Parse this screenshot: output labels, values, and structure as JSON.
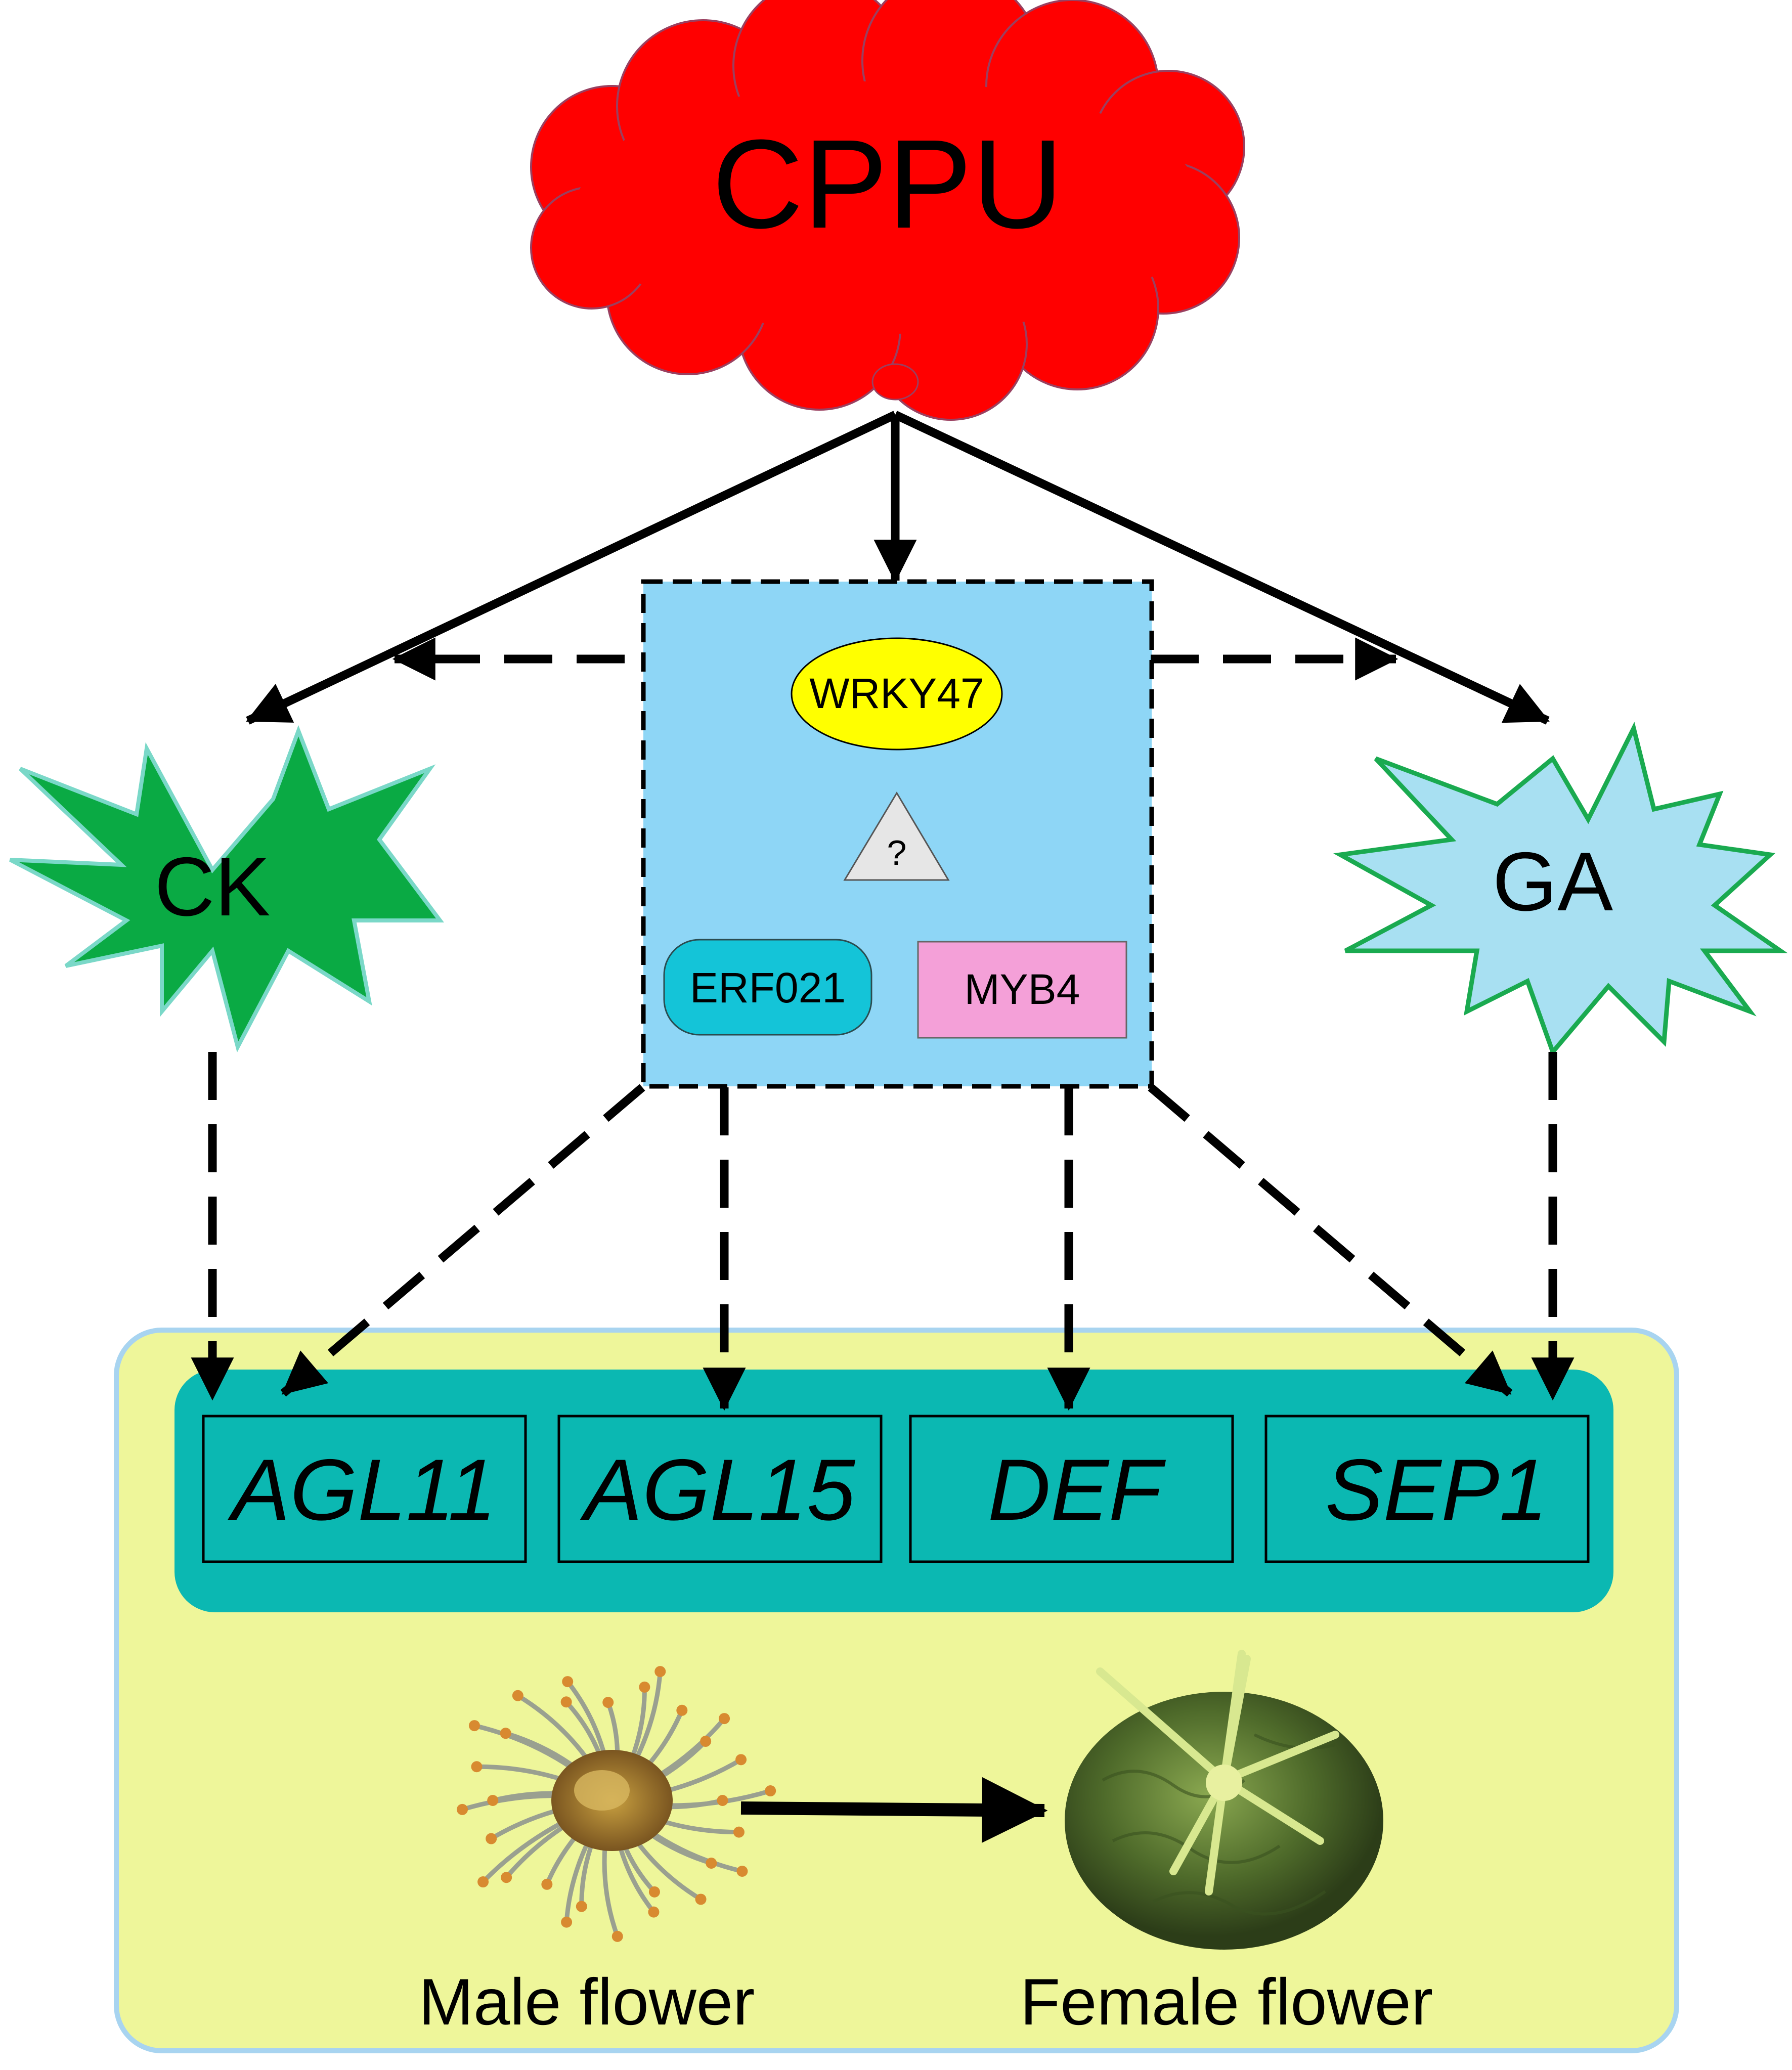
{
  "diagram": {
    "stimulus": {
      "label": "CPPU",
      "color": "#ff0000"
    },
    "hormones": [
      {
        "label": "CK",
        "color": "#0aaa44"
      },
      {
        "label": "GA",
        "color": "#a8e0f2"
      }
    ],
    "regulators": {
      "box_color": "#8ed6f6",
      "factors": [
        {
          "label": "WRKY47",
          "color": "#ffff00"
        },
        {
          "label": "?",
          "color": "#e6e6e6"
        },
        {
          "label": "ERF021",
          "color": "#14c4d8"
        },
        {
          "label": "MYB4",
          "color": "#f4a0d8"
        }
      ]
    },
    "genes": {
      "band_color": "#0bb8b2",
      "items": [
        {
          "label": "AGL11"
        },
        {
          "label": "AGL15"
        },
        {
          "label": "DEF"
        },
        {
          "label": "SEP1"
        }
      ]
    },
    "outcome": {
      "panel_color": "#eef69a",
      "from": "Male flower",
      "to": "Female flower"
    }
  }
}
